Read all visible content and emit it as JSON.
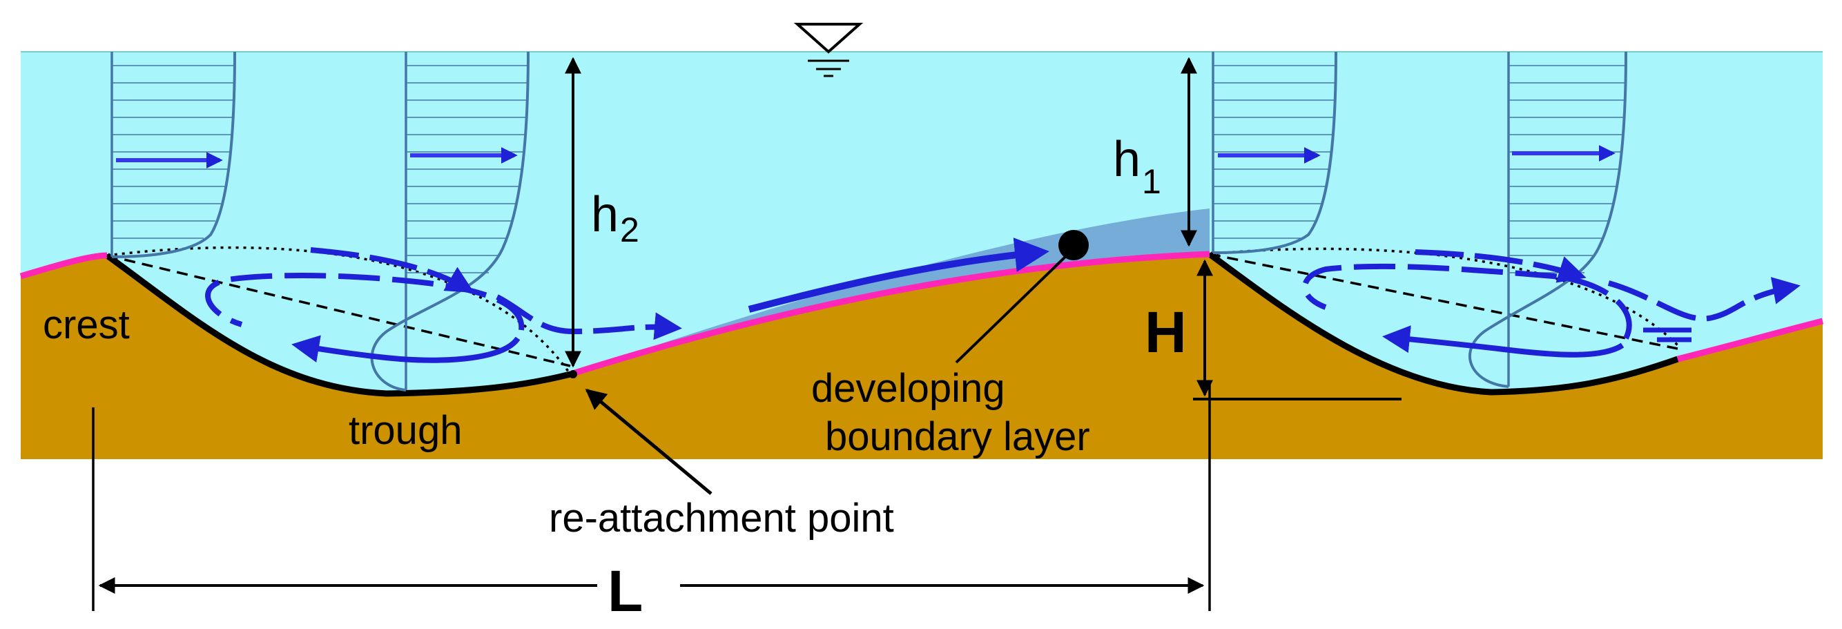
{
  "colors": {
    "water": "#a8f6fb",
    "sediment": "#cc9200",
    "bed_line": "#000000",
    "reattached_bed": "#ff26b8",
    "boundary_layer": "#6c9fd1",
    "flow_arrows": "#1f21d6",
    "velocity_profile": "#4476a7"
  },
  "icons": {
    "water_surface": "water-surface-triangle-icon"
  },
  "labels": {
    "crest": "crest",
    "trough": "trough",
    "reattachment_point": "re-attachment point",
    "developing_bl_line1": "developing",
    "developing_bl_line2": "boundary layer",
    "h2_base": "h",
    "h2_sub": "2",
    "h1_base": "h",
    "h1_sub": "1",
    "H": "H",
    "L": "L"
  }
}
